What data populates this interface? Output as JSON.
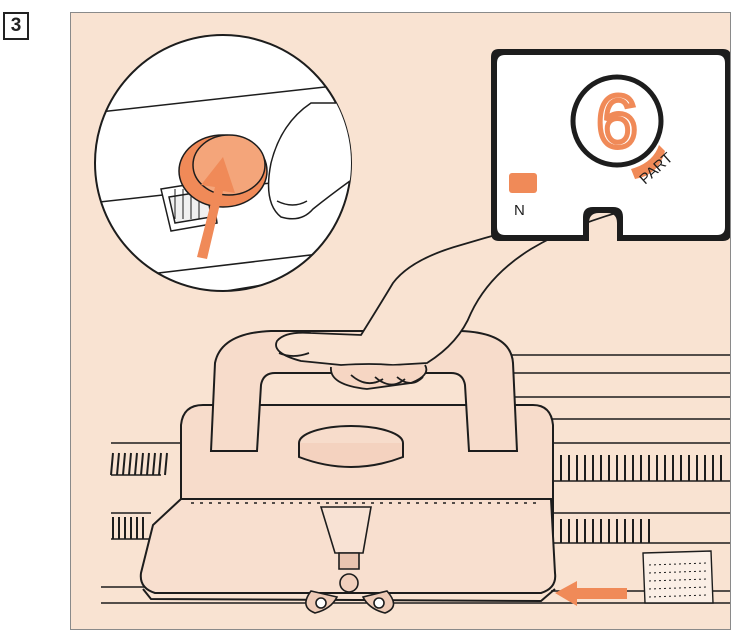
{
  "step": {
    "number": "3"
  },
  "dial": {
    "value": "6",
    "mode_part": "PART",
    "mode_normal": "N"
  },
  "colors": {
    "background": "#f9e3d2",
    "accent": "#f08a58",
    "outline": "#1d1d1d",
    "frame": "#8a8a8a"
  },
  "icons": [
    "up-arrow-icon",
    "left-arrow-icon"
  ]
}
